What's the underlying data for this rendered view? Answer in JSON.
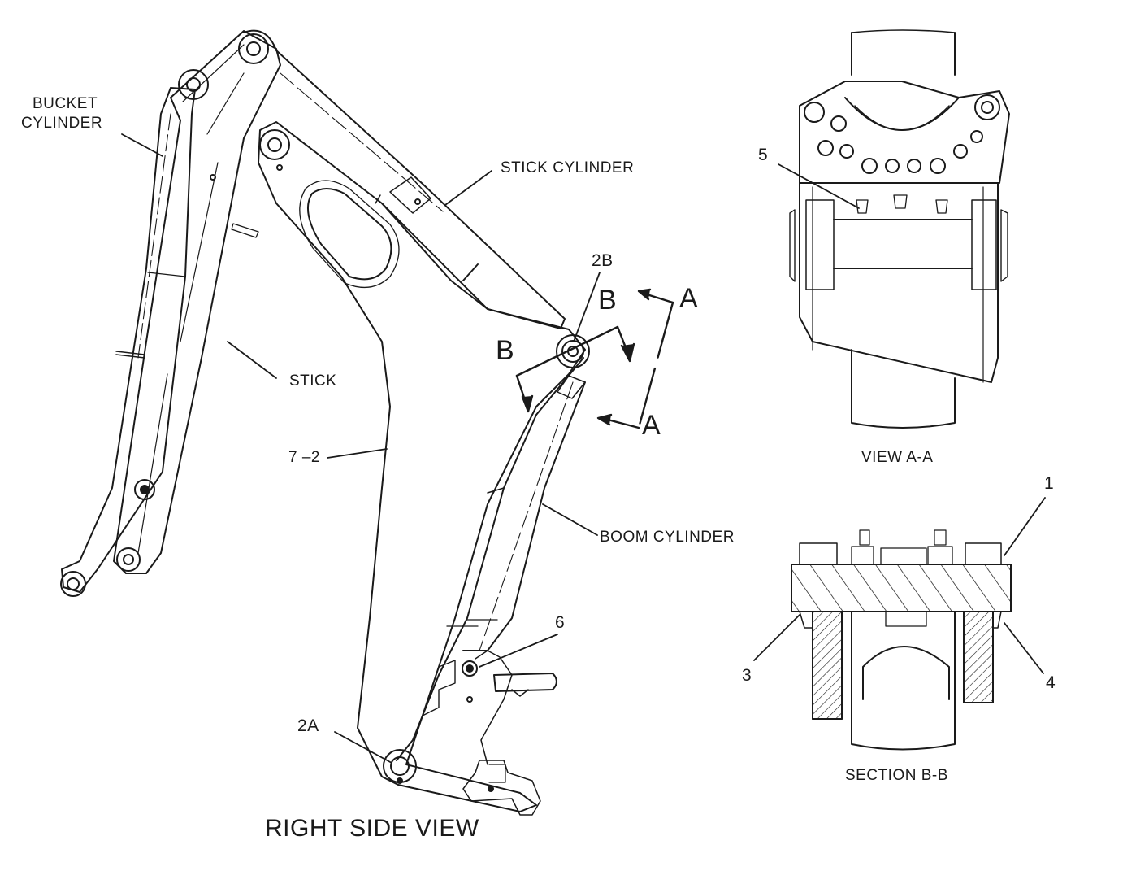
{
  "labels": {
    "bucket_cylinder_1": "BUCKET",
    "bucket_cylinder_2": "CYLINDER",
    "stick_cylinder": "STICK CYLINDER",
    "stick": "STICK",
    "boom": "7 –2",
    "boom_cylinder": "BOOM CYLINDER",
    "callout_2b": "2B",
    "callout_2a": "2A",
    "callout_6": "6",
    "section_b_left": "B",
    "section_b_right": "B",
    "view_a_top": "A",
    "view_a_bottom": "A",
    "right_side_view": "RIGHT SIDE VIEW",
    "callout_5": "5",
    "view_aa": "VIEW A-A",
    "callout_1": "1",
    "callout_3": "3",
    "callout_4": "4",
    "section_bb": "SECTION B-B"
  },
  "colors": {
    "line": "#1a1a1a",
    "background": "#ffffff"
  }
}
